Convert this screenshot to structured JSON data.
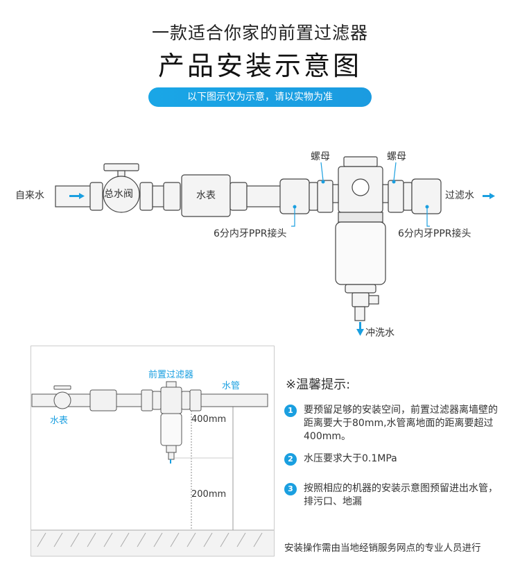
{
  "header": {
    "title_line1": "一款适合你家的前置过滤器",
    "title_line2": "产品安装示意图",
    "note": "以下图示仅为示意，请以实物为准"
  },
  "diagram": {
    "labels": {
      "tap_water": "自来水",
      "main_valve": "总水阀",
      "water_meter": "水表",
      "nut_left": "螺母",
      "nut_right": "螺母",
      "filtered_water": "过滤水",
      "ppr_left": "6分内牙PPR接头",
      "ppr_right": "6分内牙PPR接头",
      "flush_water": "冲洗水"
    },
    "colors": {
      "accent": "#1a9fe0",
      "pipe": "#f2f2f2",
      "outline": "#444444"
    }
  },
  "install_diagram": {
    "filter_label": "前置过滤器",
    "pipe_label": "水管",
    "meter_label": "水表",
    "dim_wall": "400mm",
    "dim_floor": "200mm"
  },
  "tips": {
    "title": "※温馨提示:",
    "items": [
      {
        "num": "1",
        "text": "要预留足够的安装空间，前置过滤器离墙壁的距离要大于80mm,水管离地面的距离要超过400mm。"
      },
      {
        "num": "2",
        "text": "水压要求大于0.1MPa"
      },
      {
        "num": "3",
        "text": "按照相应的机器的安装示意图预留进出水管，排污口、地漏"
      }
    ]
  },
  "footer": "安装操作需由当地经销服务网点的专业人员进行"
}
